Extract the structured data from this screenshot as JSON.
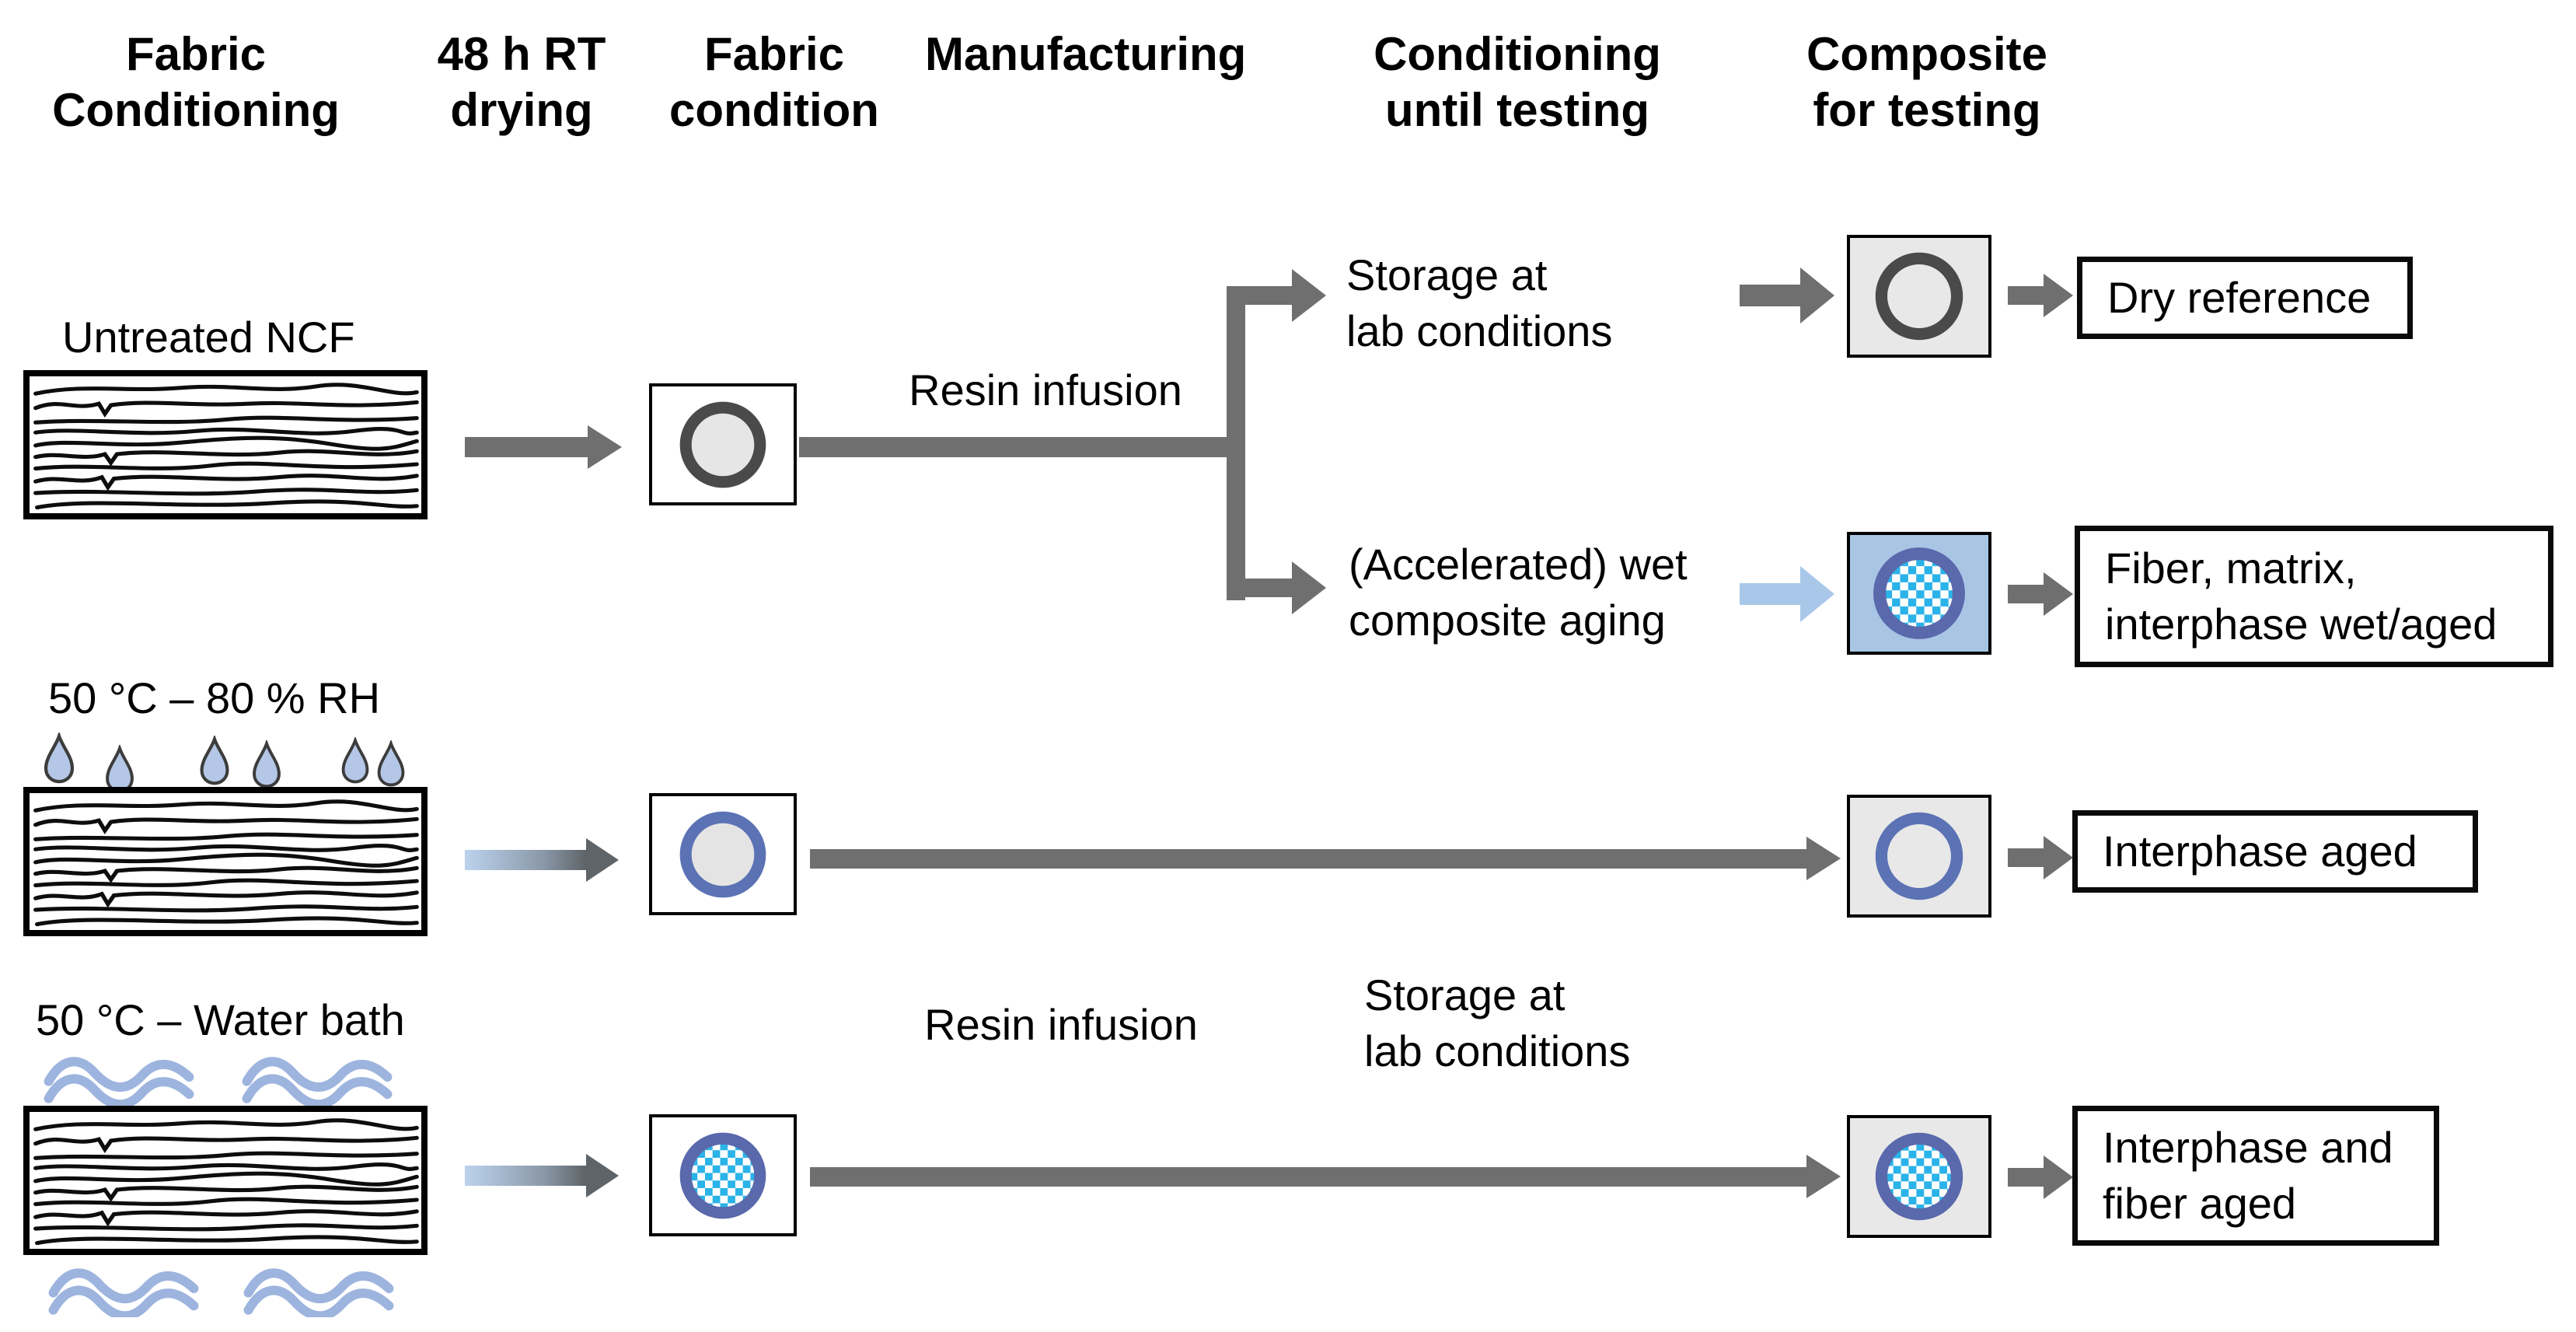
{
  "columns": [
    {
      "line1": "Fabric",
      "line2": "Conditioning"
    },
    {
      "line1": "48 h RT",
      "line2": "drying"
    },
    {
      "line1": "Fabric",
      "line2": "condition"
    },
    {
      "line1": "Manufacturing",
      "line2": ""
    },
    {
      "line1": "Conditioning",
      "line2": "until testing"
    },
    {
      "line1": "Composite",
      "line2": "for testing"
    }
  ],
  "rows": [
    {
      "fabric_label": "Untreated NCF",
      "manufacturing_label": "Resin infusion",
      "branches": [
        {
          "conditioning_line1": "Storage at",
          "conditioning_line2": "lab conditions",
          "result_line1": "Dry reference",
          "result_line2": ""
        },
        {
          "conditioning_line1": "(Accelerated) wet",
          "conditioning_line2": "composite aging",
          "result_line1": "Fiber, matrix,",
          "result_line2": "interphase wet/aged"
        }
      ]
    },
    {
      "fabric_label": "50 °C – 80 % RH",
      "result_line1": "Interphase aged",
      "result_line2": ""
    },
    {
      "fabric_label": "50 °C – Water bath",
      "manufacturing_label": "Resin infusion",
      "conditioning_line1": "Storage at",
      "conditioning_line2": "lab conditions",
      "result_line1": "Interphase and",
      "result_line2": "fiber aged"
    }
  ],
  "colors": {
    "arrow_gray": "#6f6f6f",
    "dark_ring_gray": "#4a4a4a",
    "panel_gray": "#e8e8e8",
    "circle_interior_gray": "#e4e4e4",
    "ring_blue": "#5b72b4",
    "wet_ring_blue": "#5a68ac",
    "wet_panel_blue": "#a9c5e4",
    "light_blue_arrow": "#a9c7e8",
    "water_wave_blue": "#9db4de",
    "droplet_blue": "#b5c7e6",
    "checker_cyan": "#2ab3e8"
  },
  "icons": [
    "fabric-swatch-icon",
    "droplet-icon",
    "water-wave-icon",
    "fiber-cross-section-icon",
    "arrow-right-icon"
  ]
}
